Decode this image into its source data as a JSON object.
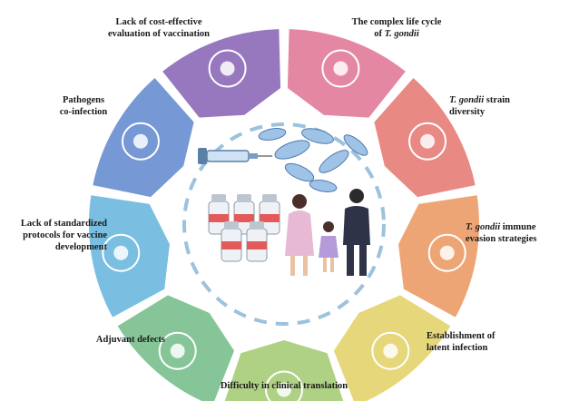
{
  "colors": {
    "cost": "#8e6bb8",
    "lifecycle": "#e27d9a",
    "strain": "#e77f7a",
    "immune": "#ec9d6a",
    "latent": "#e4d46f",
    "clinical": "#a8cd7a",
    "adjuvant": "#7cc08e",
    "protocols": "#6fb8de",
    "coinfection": "#6a8fd0",
    "dash": "#9cc2dd"
  },
  "labels": {
    "cost": [
      "Lack of cost-effective",
      "evaluation of vaccination"
    ],
    "lifecycle_prefix": "The complex life cycle",
    "lifecycle_italic": "of T. gondii",
    "strain_italic": "T. gondii",
    "strain_rest": " strain",
    "strain_line2": "diversity",
    "immune_italic": "T. gondii",
    "immune_rest": " immune",
    "immune_line2": "evasion strategies",
    "latent": [
      "Establishment of",
      "latent infection"
    ],
    "clinical": "Difficulty in clinical translation",
    "adjuvant": "Adjuvant defects",
    "protocols": [
      "Lack of standardized",
      "protocols for vaccine",
      "development"
    ],
    "coinfection": [
      "Pathogens",
      "co-infection"
    ]
  },
  "icons": [
    "money-bag-icon",
    "cycle-arrows-icon",
    "dna-icon",
    "network-icon",
    "cyst-icon",
    "animals-icon",
    "growth-chart-icon",
    "clipboard-icon",
    "pathogens-icon",
    "syringe-icon",
    "vaccine-vials-icon",
    "family-icon",
    "tachyzoites-icon"
  ]
}
